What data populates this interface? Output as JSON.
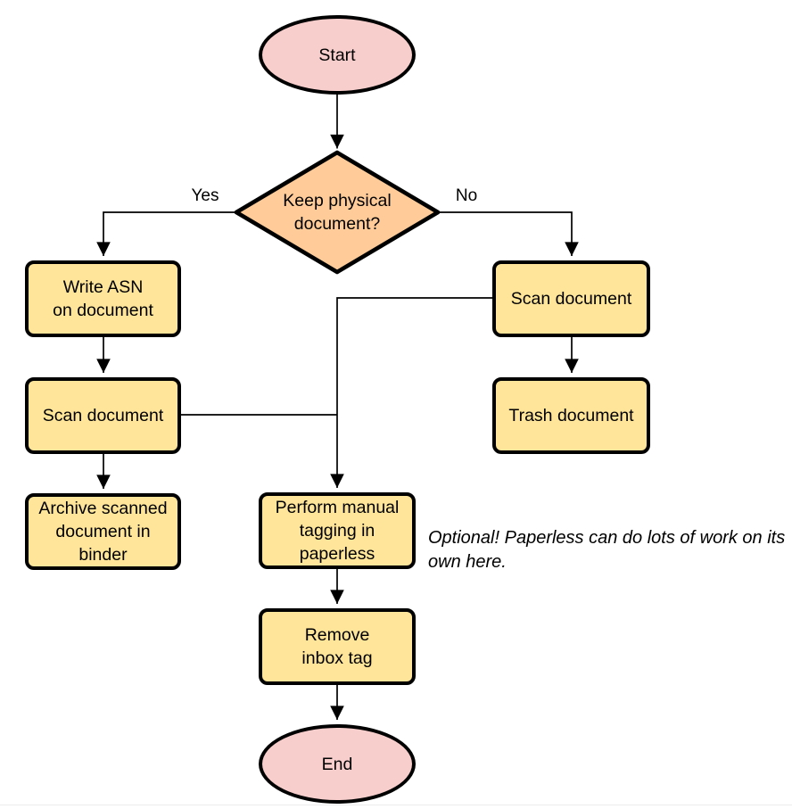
{
  "diagram": {
    "nodes": {
      "start": {
        "label": "Start",
        "type": "terminal"
      },
      "decision": {
        "label": "Keep physical\ndocument?",
        "type": "decision"
      },
      "write_asn": {
        "label": "Write ASN\non document",
        "type": "process"
      },
      "scan_left": {
        "label": "Scan document",
        "type": "process"
      },
      "archive": {
        "label": "Archive scanned\ndocument in\nbinder",
        "type": "process"
      },
      "scan_right": {
        "label": "Scan document",
        "type": "process"
      },
      "trash": {
        "label": "Trash document",
        "type": "process"
      },
      "tagging": {
        "label": "Perform manual\ntagging in\npaperless",
        "type": "process"
      },
      "remove_inbox": {
        "label": "Remove\ninbox tag",
        "type": "process"
      },
      "end": {
        "label": "End",
        "type": "terminal"
      }
    },
    "edge_labels": {
      "yes": "Yes",
      "no": "No"
    },
    "note": "Optional! Paperless can do lots of work on its own here.",
    "colors": {
      "terminal_fill": "#f8cecc",
      "decision_fill": "#ffcc99",
      "process_fill": "#ffe599",
      "stroke": "#000000"
    }
  }
}
